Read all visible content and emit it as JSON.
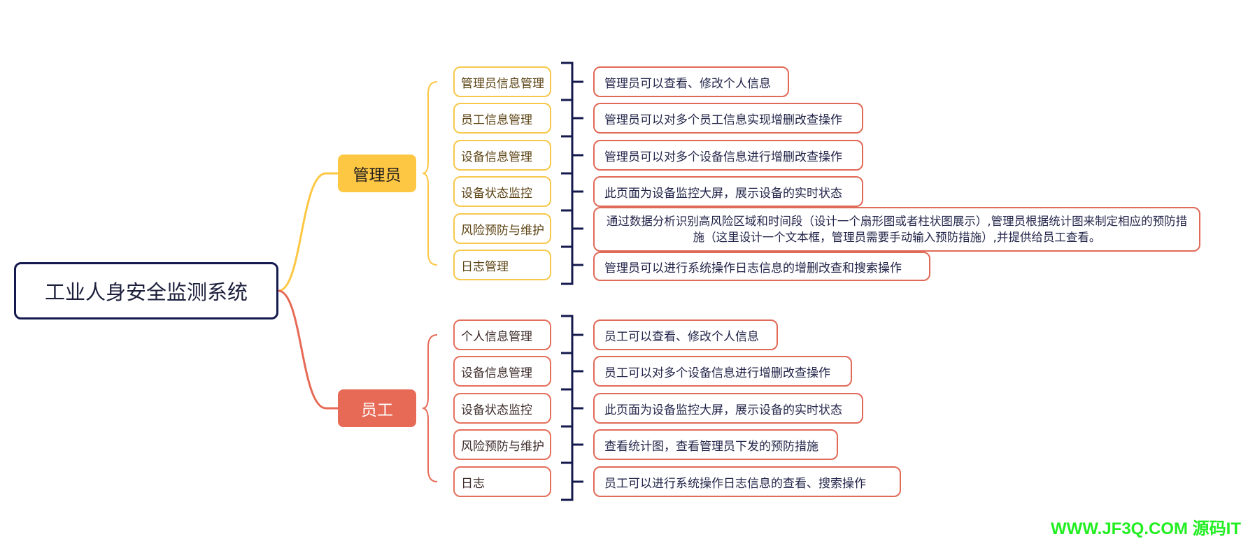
{
  "root": {
    "label": "工业人身安全监测系统"
  },
  "groups": [
    {
      "label": "管理员",
      "items": [
        {
          "feature": "管理员信息管理",
          "desc": "管理员可以查看、修改个人信息"
        },
        {
          "feature": "员工信息管理",
          "desc": "管理员可以对多个员工信息实现增删改查操作"
        },
        {
          "feature": "设备信息管理",
          "desc": "管理员可以对多个设备信息进行增删改查操作"
        },
        {
          "feature": "设备状态监控",
          "desc": "此页面为设备监控大屏，展示设备的实时状态"
        },
        {
          "feature": "风险预防与维护",
          "desc": "通过数据分析识别高风险区域和时间段（设计一个扇形图或者柱状图展示）,管理员根据统计图来制定相应的预防措施（这里设计一个文本框，管理员需要手动输入预防措施）,并提供给员工查看。"
        },
        {
          "feature": "日志管理",
          "desc": "管理员可以进行系统操作日志信息的增删改查和搜索操作"
        }
      ]
    },
    {
      "label": "员工",
      "items": [
        {
          "feature": "个人信息管理",
          "desc": "员工可以查看、修改个人信息"
        },
        {
          "feature": "设备信息管理",
          "desc": "员工可以对多个设备信息进行增删改查操作"
        },
        {
          "feature": "设备状态监控",
          "desc": "此页面为设备监控大屏，展示设备的实时状态"
        },
        {
          "feature": "风险预防与维护",
          "desc": "查看统计图，查看管理员下发的预防措施"
        },
        {
          "feature": "日志",
          "desc": "员工可以进行系统操作日志信息的查看、搜索操作"
        }
      ]
    }
  ],
  "watermark": "WWW.JF3Q.COM 源码IT",
  "colors": {
    "root_border": "#141a4e",
    "admin_accent": "#fdc743",
    "staff_accent": "#e66a56",
    "desc_border": "#e06a58",
    "bracket": "#141a4e",
    "watermark": "#22ee22"
  }
}
